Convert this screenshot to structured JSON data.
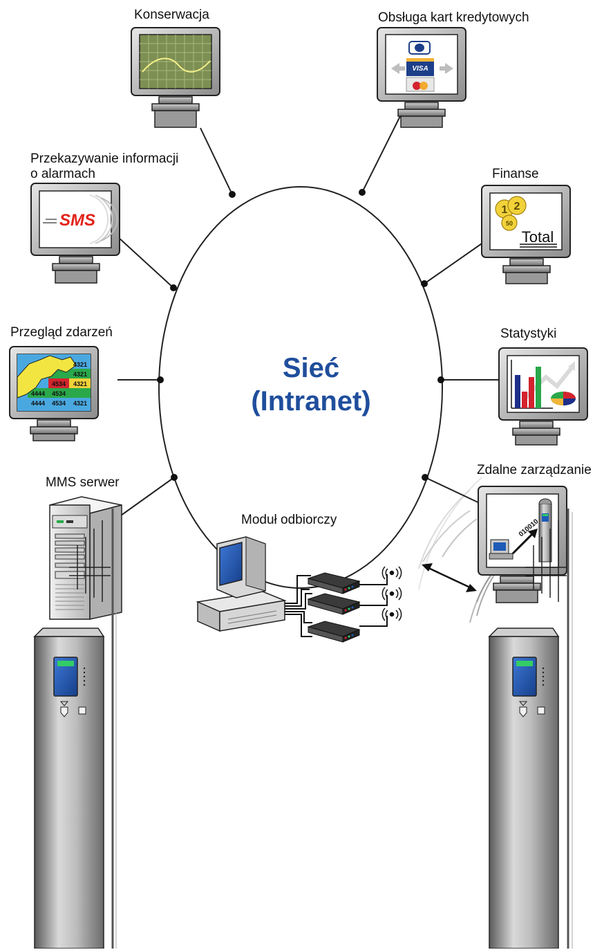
{
  "network": {
    "title_line1": "Sieć",
    "title_line2": "(Intranet)"
  },
  "nodes": {
    "konserwacja": "Konserwacja",
    "karty": "Obsługa kart kredytowych",
    "alarmy_line1": "Przekazywanie informacji",
    "alarmy_line2": "o alarmach",
    "finanse": "Finanse",
    "zdarzenia": "Przegląd zdarzeń",
    "statystyki": "Statystyki",
    "mms": "MMS serwer",
    "zdalne": "Zdalne zarządzanie",
    "modul": "Moduł odbiorczy"
  },
  "screens": {
    "sms_text": "SMS",
    "finance_total": "Total",
    "finance_coins": [
      "1",
      "2",
      "50"
    ],
    "card_visa": "VISA",
    "remote_bits": "010010",
    "events_cells": [
      "4321",
      "4321",
      "4534",
      "4321",
      "4444",
      "4534",
      "4321",
      "4534",
      "4444"
    ]
  },
  "colors": {
    "title_blue": "#1f4e9c",
    "screen_blue": "#1e5bb8",
    "terminal_green": "#33cc66"
  },
  "icons": [
    "monitor-icon",
    "server-icon",
    "desktop-pc-icon",
    "radio-modem-icon",
    "antenna-icon",
    "fuel-dispenser-icon",
    "wireless-signal-icon",
    "bidirectional-arrow-icon"
  ]
}
